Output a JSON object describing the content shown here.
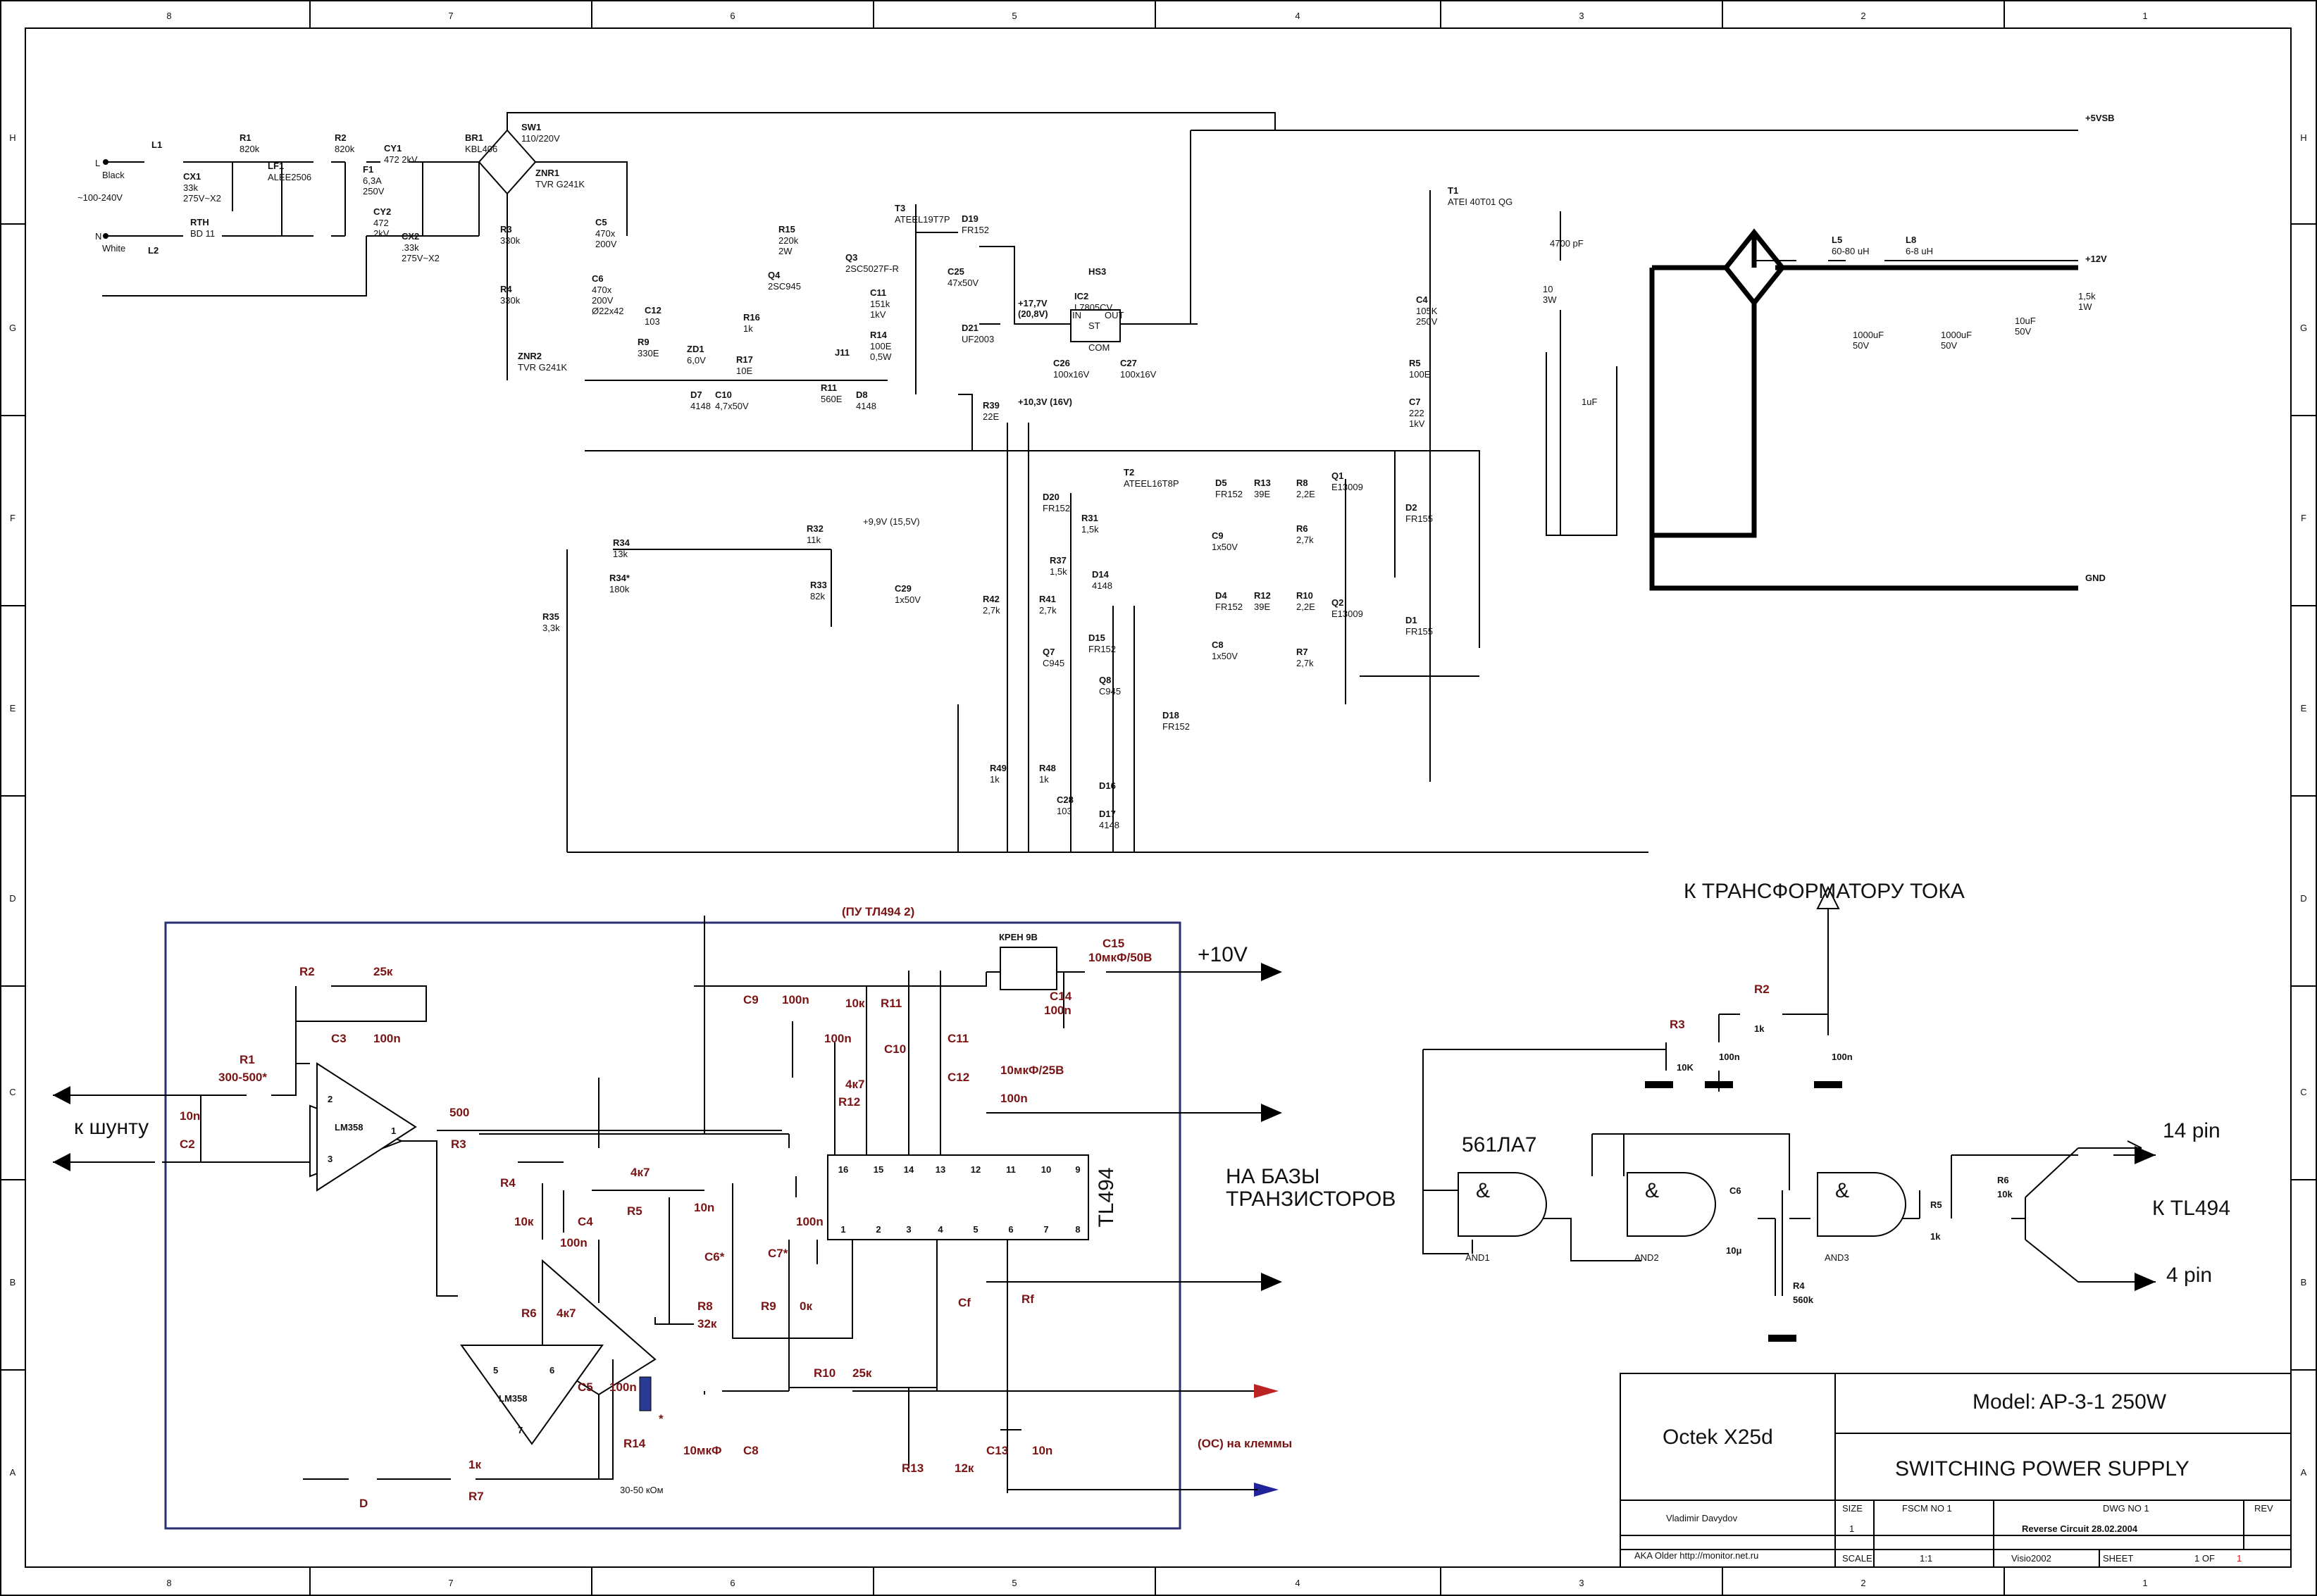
{
  "frame": {
    "column_labels": [
      "8",
      "7",
      "6",
      "5",
      "4",
      "3",
      "2",
      "1"
    ],
    "row_labels": [
      "H",
      "G",
      "F",
      "E",
      "D",
      "C",
      "B",
      "A"
    ]
  },
  "top_circuit": {
    "input": {
      "L_label": "L",
      "L_color": "Black",
      "N_label": "N",
      "N_color": "White",
      "voltage": "~100-240V"
    },
    "parts": [
      {
        "ref": "L1"
      },
      {
        "ref": "L2"
      },
      {
        "ref": "CX1",
        "value": "33k\n275V~X2"
      },
      {
        "ref": "RTH",
        "value": "BD 11"
      },
      {
        "ref": "R1",
        "value": "820k"
      },
      {
        "ref": "LF1",
        "value": "ALEE2506"
      },
      {
        "ref": "R2",
        "value": "820k"
      },
      {
        "ref": "F1",
        "value": "6,3A\n250V"
      },
      {
        "ref": "CY1",
        "value": "472 2kV"
      },
      {
        "ref": "CY2",
        "value": "472\n2kV"
      },
      {
        "ref": "CX2",
        "value": ".33k\n275V~X2"
      },
      {
        "ref": "BR1",
        "value": "KBL406"
      },
      {
        "ref": "SW1",
        "value": "110/220V"
      },
      {
        "ref": "ZNR1",
        "value": "TVR G241K"
      },
      {
        "ref": "ZNR2",
        "value": "TVR G241K"
      },
      {
        "ref": "R3",
        "value": "330k"
      },
      {
        "ref": "R4",
        "value": "330k"
      },
      {
        "ref": "C5",
        "value": "470x\n200V"
      },
      {
        "ref": "C6",
        "value": "470x\n200V\nØ22x42"
      },
      {
        "ref": "C12",
        "value": "103"
      },
      {
        "ref": "R9",
        "value": "330E"
      },
      {
        "ref": "ZD1",
        "value": "6,0V"
      },
      {
        "ref": "D7",
        "value": "4148"
      },
      {
        "ref": "R15",
        "value": "220k\n2W"
      },
      {
        "ref": "R16",
        "value": "1k"
      },
      {
        "ref": "R17",
        "value": "10E"
      },
      {
        "ref": "C10",
        "value": "4,7x50V"
      },
      {
        "ref": "R11",
        "value": "560E"
      },
      {
        "ref": "D8",
        "value": "4148"
      },
      {
        "ref": "Q4",
        "value": "2SC945"
      },
      {
        "ref": "Q3",
        "value": "2SC5027F-R"
      },
      {
        "ref": "C11",
        "value": "151k\n1kV"
      },
      {
        "ref": "R14",
        "value": "100E\n0,5W"
      },
      {
        "ref": "J11"
      },
      {
        "ref": "T3",
        "value": "ATEEL19T7P"
      },
      {
        "ref": "D19",
        "value": "FR152"
      },
      {
        "ref": "C25",
        "value": "47x50V"
      },
      {
        "ref": "D21",
        "value": "UF2003"
      },
      {
        "ref": "C26",
        "value": "100x16V"
      },
      {
        "ref": "HS3"
      },
      {
        "ref": "IC2",
        "value": "L7805CV"
      },
      {
        "ref": "C27",
        "value": "100x16V"
      },
      {
        "ref": "R39",
        "value": "22E"
      },
      {
        "ref": "T2",
        "value": "ATEEL16T8P"
      },
      {
        "ref": "D20",
        "value": "FR152"
      },
      {
        "ref": "R31",
        "value": "1,5k"
      },
      {
        "ref": "R37",
        "value": "1,5k"
      },
      {
        "ref": "D14",
        "value": "4148"
      },
      {
        "ref": "R34",
        "value": "13k"
      },
      {
        "ref": "R34*",
        "value": "180k"
      },
      {
        "ref": "R32",
        "value": "11k"
      },
      {
        "ref": "R33",
        "value": "82k"
      },
      {
        "ref": "R35",
        "value": "3,3k"
      },
      {
        "ref": "C29",
        "value": "1x50V"
      },
      {
        "ref": "R42",
        "value": "2,7k"
      },
      {
        "ref": "R41",
        "value": "2,7k"
      },
      {
        "ref": "D15",
        "value": "FR152"
      },
      {
        "ref": "Q7",
        "value": "C945"
      },
      {
        "ref": "Q8",
        "value": "C945"
      },
      {
        "ref": "D18",
        "value": "FR152"
      },
      {
        "ref": "R49",
        "value": "1k"
      },
      {
        "ref": "R48",
        "value": "1k"
      },
      {
        "ref": "C28",
        "value": "103"
      },
      {
        "ref": "D16"
      },
      {
        "ref": "D17",
        "value": "4148"
      },
      {
        "ref": "D5",
        "value": "FR152"
      },
      {
        "ref": "R13",
        "value": "39E"
      },
      {
        "ref": "R8",
        "value": "2,2E"
      },
      {
        "ref": "C9",
        "value": "1x50V"
      },
      {
        "ref": "R6",
        "value": "2,7k"
      },
      {
        "ref": "Q1",
        "value": "E13009"
      },
      {
        "ref": "D2",
        "value": "FR155"
      },
      {
        "ref": "D4",
        "value": "FR152"
      },
      {
        "ref": "R12",
        "value": "39E"
      },
      {
        "ref": "R10",
        "value": "2,2E"
      },
      {
        "ref": "C8",
        "value": "1x50V"
      },
      {
        "ref": "R7",
        "value": "2,7k"
      },
      {
        "ref": "Q2",
        "value": "E13009"
      },
      {
        "ref": "D1",
        "value": "FR155"
      },
      {
        "ref": "C4",
        "value": "105K\n250V"
      },
      {
        "ref": "R5",
        "value": "100E"
      },
      {
        "ref": "C7",
        "value": "222\n1kV"
      },
      {
        "ref": "T1",
        "value": "ATEI 40T01 QG"
      },
      {
        "ref": "L5",
        "value": "60-80 uH"
      },
      {
        "ref": "L8",
        "value": "6-8 uH"
      }
    ],
    "misc_labels": {
      "c_4700": "4700 pF",
      "r_10_3w": "10\n3W",
      "c_1uf": "1uF",
      "c_1000_a": "1000uF\n50V",
      "c_1000_b": "1000uF\n50V",
      "c_10uf": "10uF\n50V",
      "r_15k": "1,5k\n1W",
      "v_177": "+17,7V\n(20,8V)",
      "v_103": "+10,3V (16V)",
      "v_99": "+9,9V (15,5V)",
      "ic_st": "ST",
      "ic_in": "IN",
      "ic_out": "OUT",
      "ic_com": "COM"
    },
    "rails": {
      "vsb": "+5VSB",
      "v12": "+12V",
      "gnd": "GND"
    }
  },
  "tl494_block": {
    "header": "(ПУ ТЛ494 2)",
    "kren": "КРЕН 9В",
    "c15": "C15",
    "c15_val": "10мкФ/50В",
    "c14": "C14",
    "c14_val": "100n",
    "out10v": "+10V",
    "c11": "C11",
    "c11_val": "10мкФ/25В",
    "c12": "C12",
    "c12_val": "100n",
    "c9": "C9",
    "c9_val": "100n",
    "r11": "R11",
    "r11_val": "10к",
    "c10": "C10",
    "c10_val": "100n",
    "r12": "R12",
    "r12_val": "4к7",
    "r2": "R2",
    "r2_val": "25к",
    "c3": "C3",
    "c3_val": "100n",
    "r1": "R1",
    "r1_val": "300-500*",
    "c2": "C2",
    "c2_val": "10n",
    "to_shunt": "к шунту",
    "op1": "LM358",
    "op1_pin2": "2",
    "op1_pin3": "3",
    "op1_pin1": "1",
    "r3": "R3",
    "r3_val": "500",
    "r4": "R4",
    "r4_val": "10к",
    "c4": "C4",
    "c4_val": "100n",
    "r5": "R5",
    "r5_val": "4к7",
    "c6": "C6*",
    "c6_val": "10n",
    "c7": "C7*",
    "c7_val": "100n",
    "r8": "R8",
    "r8_val": "32к",
    "r9": "R9",
    "r9_val": "0к",
    "cf": "Cf",
    "rf": "Rf",
    "tl494": "TL494",
    "pins_top": [
      "16",
      "15",
      "14",
      "13",
      "12",
      "11",
      "10",
      "9"
    ],
    "pins_bottom": [
      "1",
      "2",
      "3",
      "4",
      "5",
      "6",
      "7",
      "8"
    ],
    "to_bases": "НА БАЗЫ\nТРАНЗИСТОРОВ",
    "r6": "R6",
    "r6_val": "4к7",
    "op2": "LM358",
    "op2_pin5": "5",
    "op2_pin6": "6",
    "op2_pin7": "7",
    "c5": "C5",
    "c5_val": "100n",
    "r14": "R14",
    "r14_val": "30-50 кОм",
    "r14_star": "*",
    "r10": "R10",
    "r10_val": "25к",
    "c8": "C8",
    "c8_val": "10мкФ",
    "r13": "R13",
    "r13_val": "12к",
    "c13": "C13",
    "c13_val": "10n",
    "oc": "(ОС) на клеммы",
    "r7": "R7",
    "r7_val": "1к",
    "led": "D"
  },
  "right_block": {
    "to_ct": "К ТРАНСФОРМАТОРУ ТОКА",
    "r2": "R2",
    "r2_val": "1k",
    "r3": "R3",
    "r3_val": "10K",
    "c_a": "100n",
    "c_b": "100n",
    "ic": "561ЛА7",
    "and1": "AND1",
    "and2": "AND2",
    "and3": "AND3",
    "amp": "&",
    "c6": "C6",
    "c6_val": "10μ",
    "r4": "R4",
    "r4_val": "560k",
    "r5": "R5",
    "r5_val": "1k",
    "r6": "R6",
    "r6_val": "10k",
    "pin14": "14 pin",
    "pin4": "4 pin",
    "to_tl494": "К TL494"
  },
  "title_block": {
    "company": "Octek X25d",
    "model_prefix": "Model:",
    "model": "AP-3-1  250W",
    "title": "SWITCHING POWER SUPPLY",
    "author": "Vladimir Davydov",
    "aka": "AKA Older http://monitor.net.ru",
    "size_label": "SIZE",
    "size": "1",
    "fscm_label": "FSCM NO 1",
    "dwg_label": "DWG NO 1",
    "dwg": "Reverse Circuit 28.02.2004",
    "rev_label": "REV",
    "scale_label": "SCALE",
    "scale": "1:1",
    "tool": "Visio2002",
    "sheet_label": "SHEET",
    "sheet_of": "1 OF",
    "sheet_total": "1"
  }
}
